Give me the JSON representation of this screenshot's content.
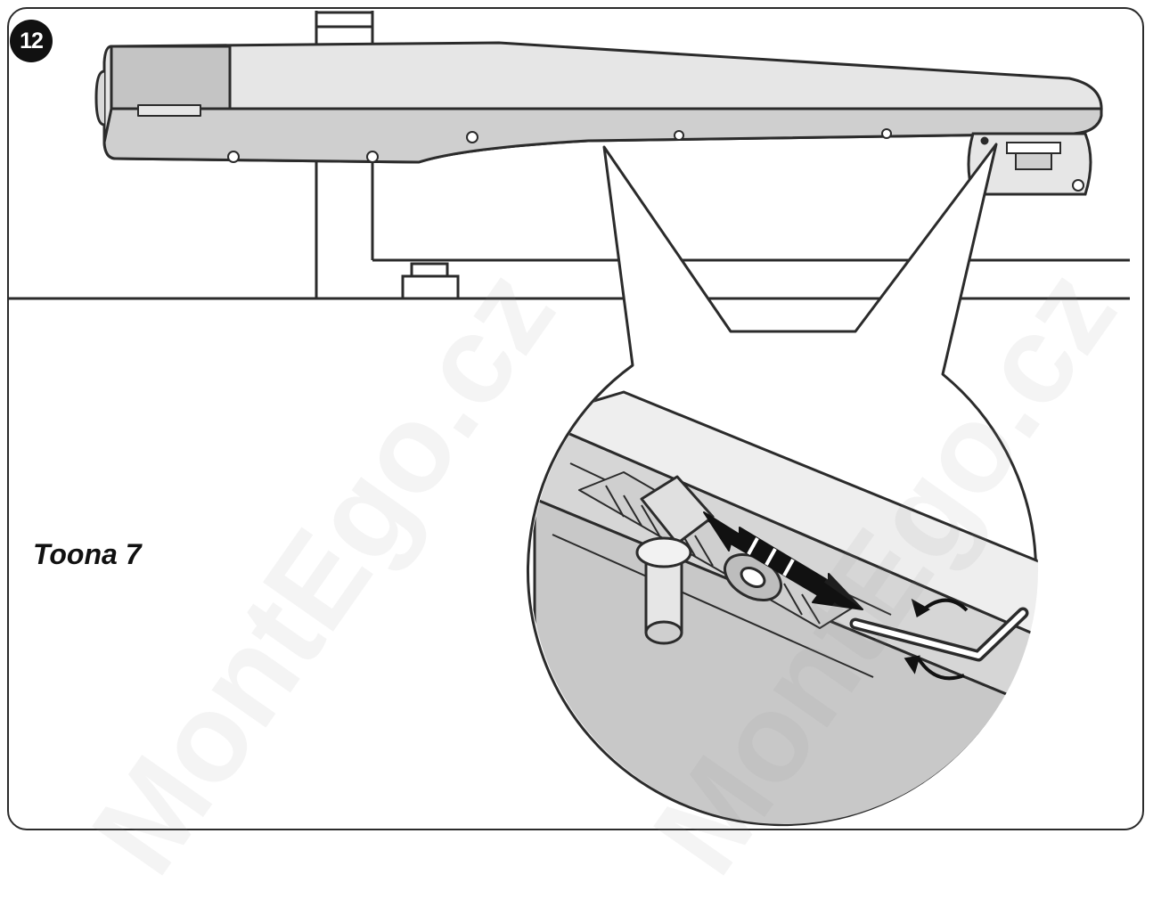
{
  "figure": {
    "step_number": "12",
    "caption": "Toona 7",
    "watermark_text": "MontEgo.cz"
  },
  "colors": {
    "outline": "#2b2b2b",
    "body_light": "#e6e6e6",
    "body_mid": "#cfcfcf",
    "body_dark": "#b8b8b8",
    "badge": "#111111"
  }
}
